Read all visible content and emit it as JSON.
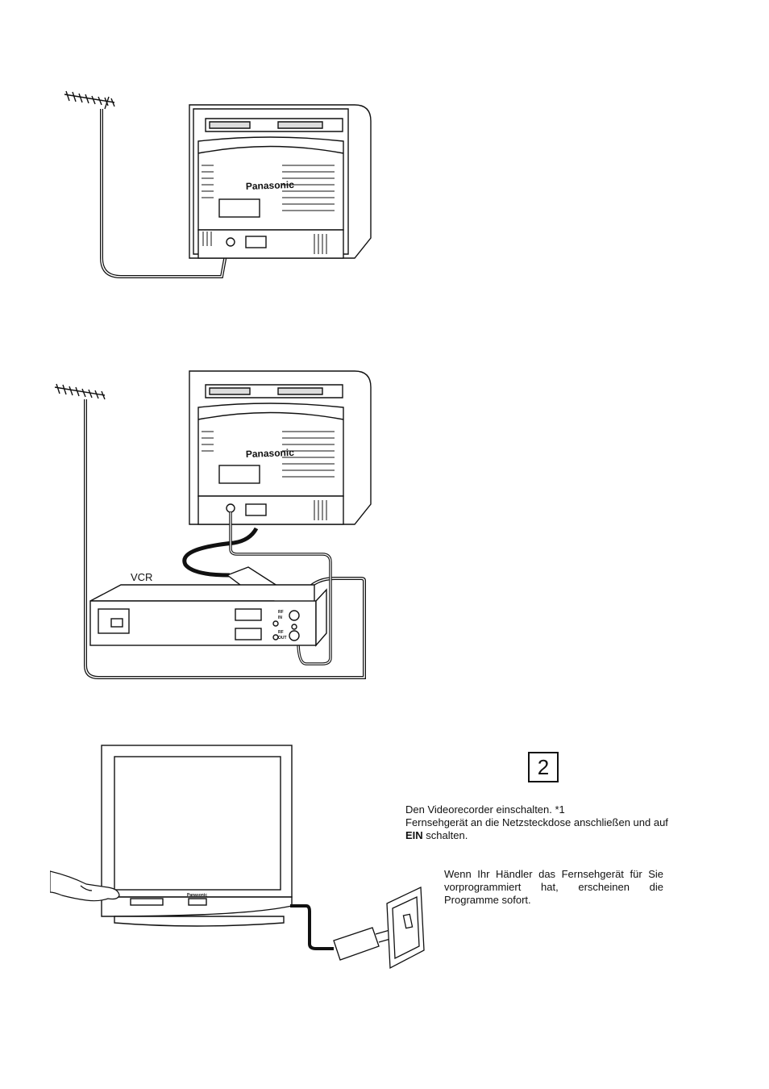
{
  "figure1": {
    "tv_brand": "Panasonic"
  },
  "figure2": {
    "tv_brand": "Panasonic",
    "vcr_label": "VCR",
    "rf_in_label_1": "RF",
    "rf_in_label_2": "IN",
    "rf_out_label_1": "RF",
    "rf_out_label_2": "OUT"
  },
  "figure3": {
    "tv_brand": "Panasonic"
  },
  "step": {
    "number": "2"
  },
  "instructions": {
    "line1": "Den Videorecorder einschalten. *1",
    "line2": "Fernsehgerät an die Netzsteckdose anschließen und auf",
    "line3_bold": "EIN",
    "line3_rest": " schalten."
  },
  "note": {
    "text": "Wenn Ihr Händler das Fernsehgerät für Sie vorprogrammiert hat, erscheinen die Programme sofort."
  }
}
